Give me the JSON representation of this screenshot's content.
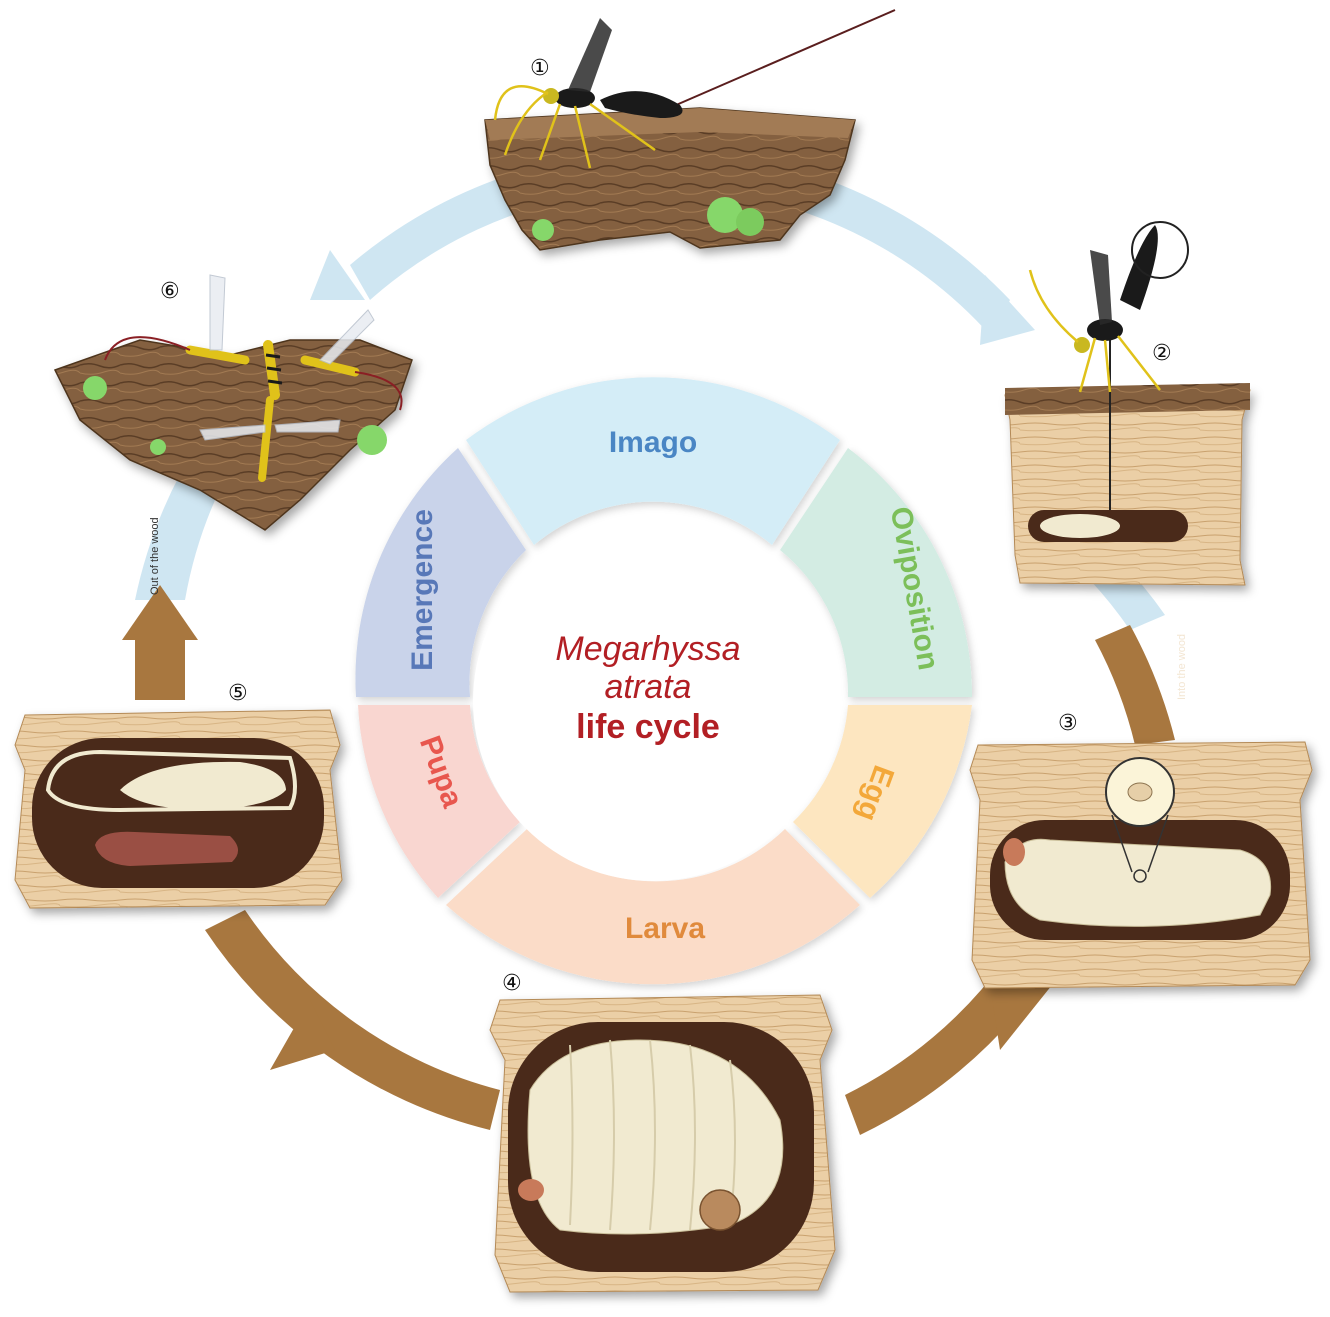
{
  "title": {
    "genus": "Megarhyssa",
    "species": "atrata",
    "subtitle": "life cycle",
    "color": "#b21f24"
  },
  "segments": [
    {
      "id": "imago",
      "label": "Imago",
      "fill": "#d4edf7",
      "text_color": "#4a86c4"
    },
    {
      "id": "oviposition",
      "label": "Oviposition",
      "fill": "#d3ece3",
      "text_color": "#7cbf5a"
    },
    {
      "id": "egg",
      "label": "Egg",
      "fill": "#fde6c0",
      "text_color": "#f3a83a"
    },
    {
      "id": "larva",
      "label": "Larva",
      "fill": "#fbdcc8",
      "text_color": "#e08a3c"
    },
    {
      "id": "pupa",
      "label": "Pupa",
      "fill": "#f9d6d0",
      "text_color": "#e8574e"
    },
    {
      "id": "emergence",
      "label": "Emergence",
      "fill": "#c9d3ea",
      "text_color": "#5878b8"
    }
  ],
  "stages": [
    {
      "number": "①",
      "name": "adult-on-bark"
    },
    {
      "number": "②",
      "name": "oviposition-into-wood"
    },
    {
      "number": "③",
      "name": "egg-on-host-larva"
    },
    {
      "number": "④",
      "name": "larva-feeding-on-host"
    },
    {
      "number": "⑤",
      "name": "pupa-in-cocoon"
    },
    {
      "number": "⑥",
      "name": "adults-emerging"
    }
  ],
  "arrow_notes": {
    "into": "Into the wood",
    "out": "Out of the wood"
  },
  "colors": {
    "arrow_outside": "#cfe6f2",
    "arrow_inside": "#a8773f",
    "bark": "#7a5a3c",
    "wood": "#e8caa0",
    "cavity": "#4a2a1a",
    "larva": "#f1ead0",
    "moss": "#86d76a"
  }
}
